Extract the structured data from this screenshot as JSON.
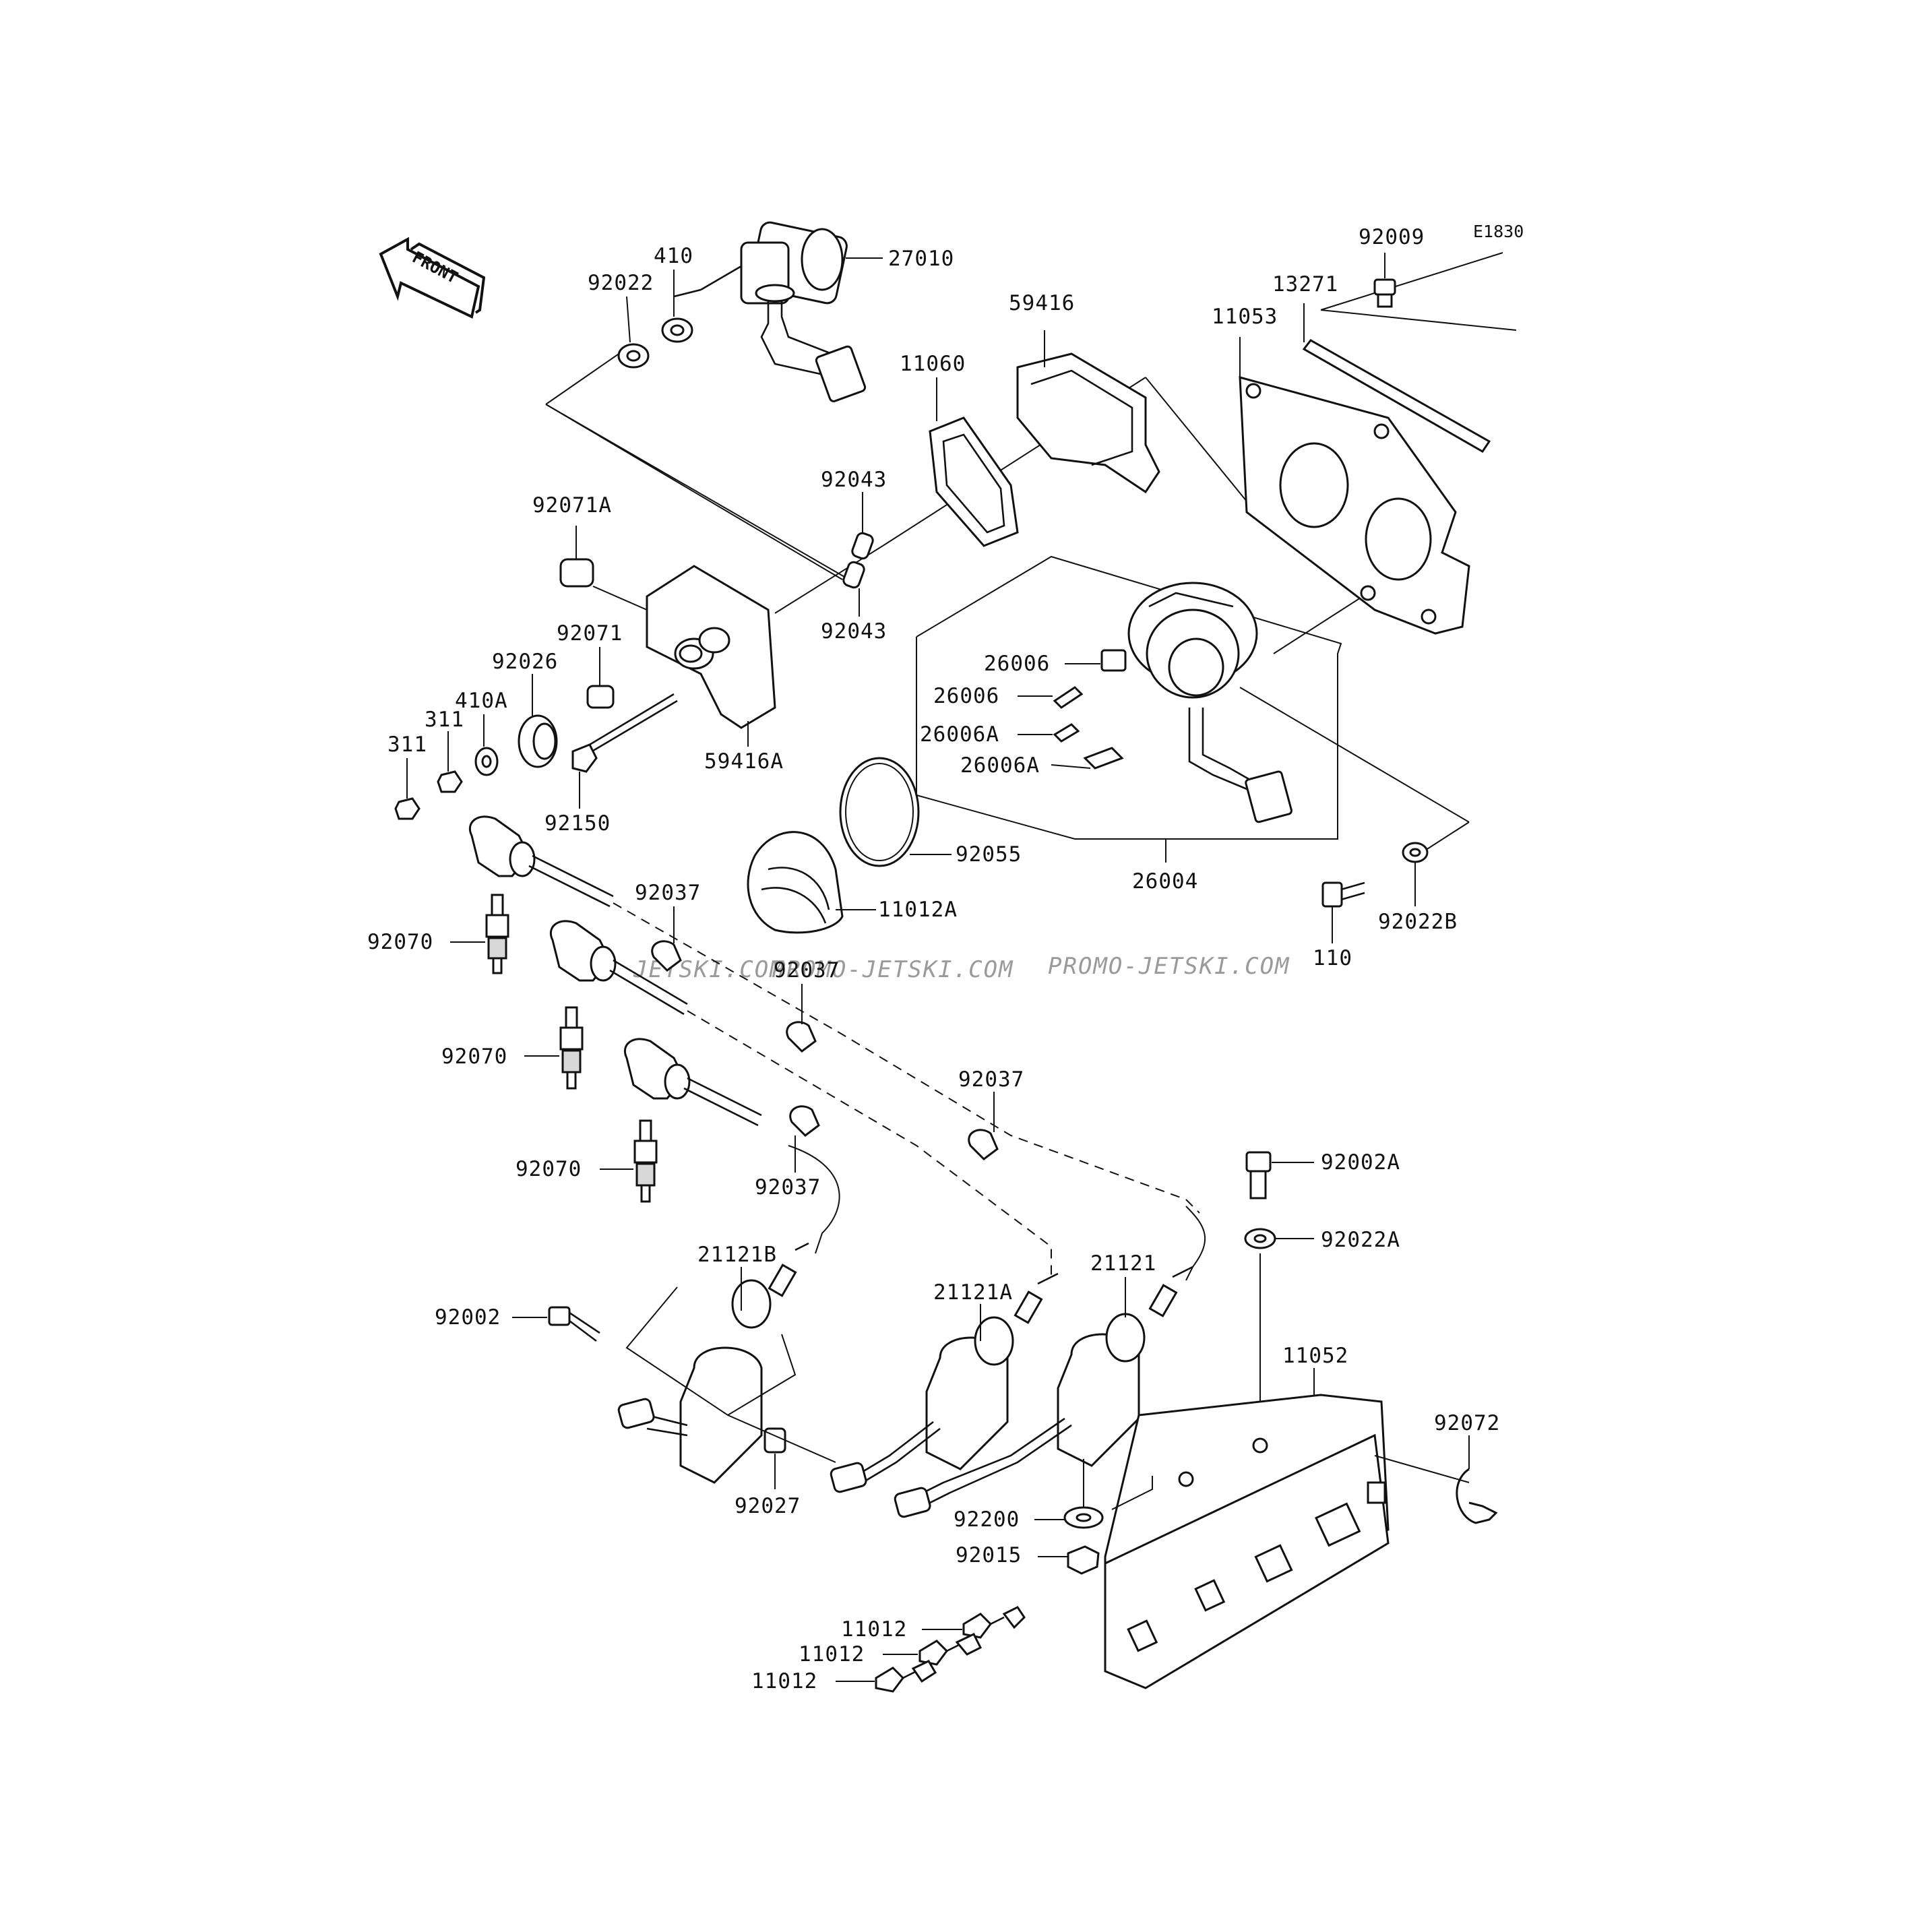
{
  "diagram": {
    "code": "E1830",
    "front_label": "FRONT",
    "watermark": [
      "JETSKI.COM",
      "PROMO-JETSKI.COM",
      "PROMO-JETSKI.COM"
    ],
    "part_numbers": {
      "p27010": "27010",
      "p410": "410",
      "p92022": "92022",
      "p92009": "92009",
      "p13271": "13271",
      "p11053": "11053",
      "p59416": "59416",
      "p11060": "11060",
      "p92043_top": "92043",
      "p92043_bottom": "92043",
      "p92071A": "92071A",
      "p92071": "92071",
      "p92026": "92026",
      "p410A": "410A",
      "p311_a": "311",
      "p311_b": "311",
      "p59416A": "59416A",
      "p92150": "92150",
      "p26006_a": "26006",
      "p26006_b": "26006",
      "p26006A_a": "26006A",
      "p26006A_b": "26006A",
      "p92055": "92055",
      "p11012A": "11012A",
      "p26004": "26004",
      "p110": "110",
      "p92022B": "92022B",
      "p92037_a": "92037",
      "p92037_b": "92037",
      "p92037_c": "92037",
      "p92037_d": "92037",
      "p92070_a": "92070",
      "p92070_b": "92070",
      "p92070_c": "92070",
      "p92002A": "92002A",
      "p92022A": "92022A",
      "p21121B": "21121B",
      "p21121A": "21121A",
      "p21121": "21121",
      "p92002": "92002",
      "p11052": "11052",
      "p92072": "92072",
      "p92027": "92027",
      "p92200": "92200",
      "p92015": "92015",
      "p11012_a": "11012",
      "p11012_b": "11012",
      "p11012_c": "11012"
    }
  }
}
